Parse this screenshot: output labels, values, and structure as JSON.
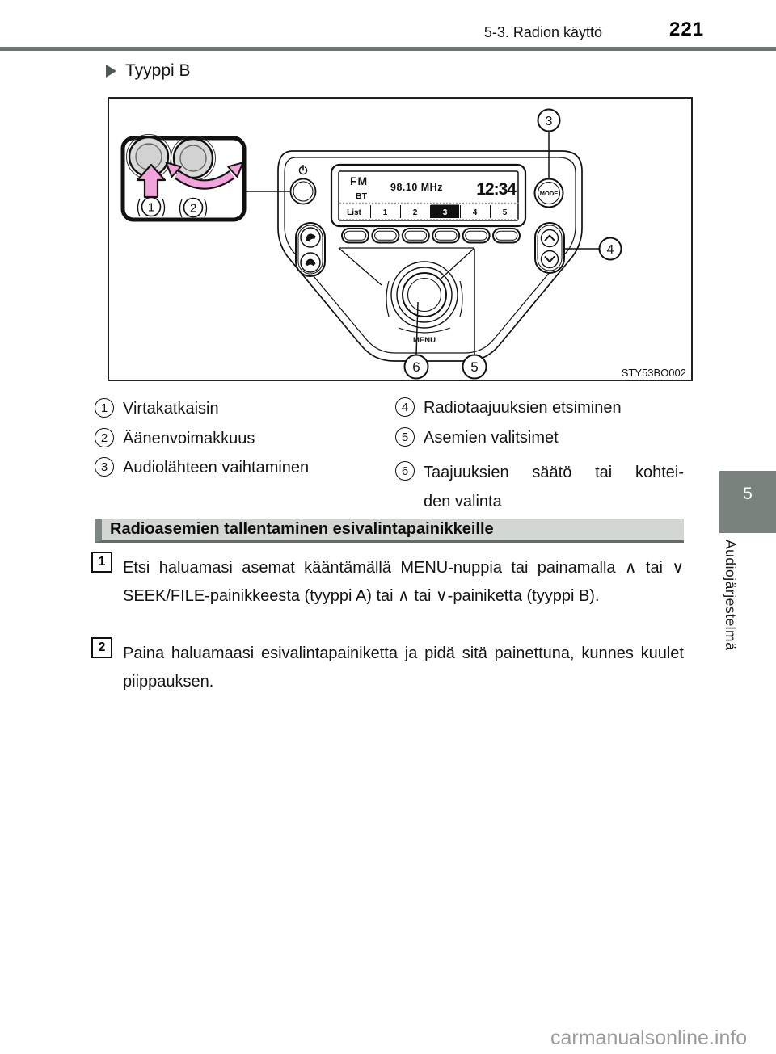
{
  "page": {
    "section_title": "5-3. Radion käyttö",
    "page_number": "221"
  },
  "content": {
    "type_label": "Tyyppi B",
    "figure": {
      "code": "STY53BO002",
      "display": {
        "band": "FM",
        "bt_label": "BT",
        "frequency": "98.10 MHz",
        "clock": "12:34",
        "preset_row": [
          "List",
          "1",
          "2",
          "3",
          "4",
          "5"
        ],
        "active_preset": "3"
      },
      "mode_button_label": "MODE",
      "menu_knob_label": "MENU",
      "callouts": {
        "c1": "1",
        "c2": "2",
        "c3": "3",
        "c4": "4",
        "c5": "5",
        "c6": "6"
      }
    },
    "legend": [
      {
        "num": "1",
        "label": "Virtakatkaisin"
      },
      {
        "num": "2",
        "label": "Äänenvoimakkuus"
      },
      {
        "num": "3",
        "label": "Audiolähteen vaihtaminen"
      },
      {
        "num": "4",
        "label": "Radiotaajuuksien etsiminen"
      },
      {
        "num": "5",
        "label": "Asemien valitsimet"
      },
      {
        "num": "6",
        "label": "Taajuuksien säätö tai kohtei-",
        "label_line2": "den valinta"
      }
    ],
    "section_heading": "Radioasemien tallentaminen esivalintapainikkeille",
    "steps": [
      {
        "num": "1",
        "text": "Etsi haluamasi asemat kääntämällä MENU-nuppia tai painamalla ∧ tai ∨ SEEK/FILE-painikkeesta (tyyppi A) tai ∧ tai ∨-painiketta (tyyppi B)."
      },
      {
        "num": "2",
        "text": "Paina haluamaasi esivalintapainiketta ja pidä sitä painettuna, kunnes kuulet piippauksen."
      }
    ]
  },
  "sidebar": {
    "chapter_number": "5",
    "chapter_title": "Audiojärjestelmä"
  },
  "watermark": "carmanualsonline.info",
  "colors": {
    "header_rule": "#6d7572",
    "accent": "#4e5855",
    "tab_bg": "#7a827d",
    "heading_bg": "#d3d7d3",
    "heading_accent": "#7e8781",
    "arrow_pink": "#f2a3dc"
  }
}
